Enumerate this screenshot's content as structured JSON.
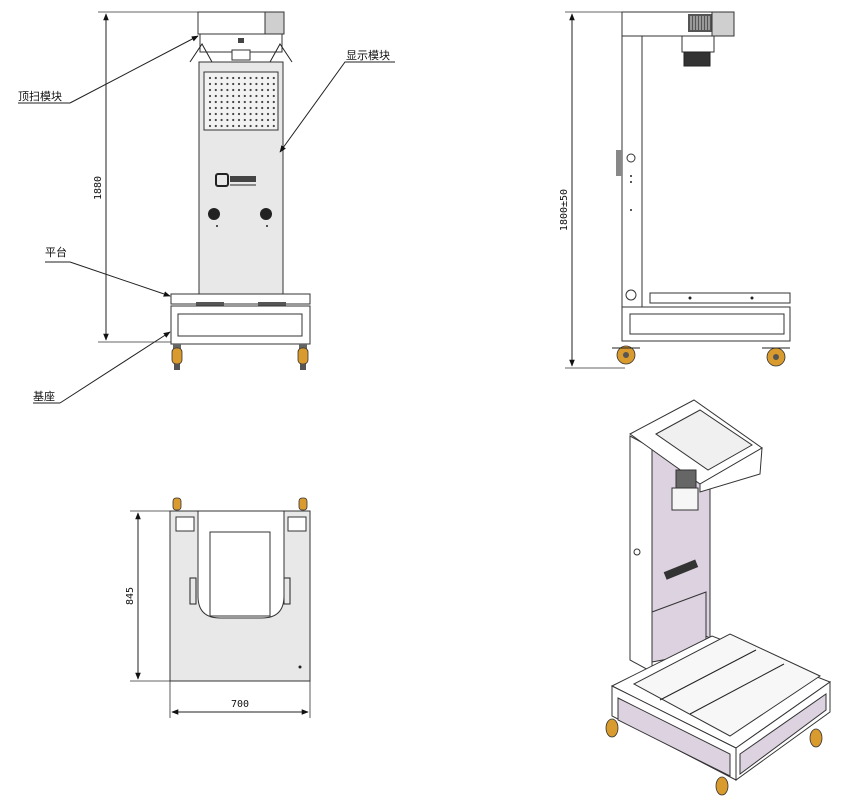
{
  "labels": {
    "top_module": "顶扫模块",
    "display_module": "显示模块",
    "platform": "平台",
    "base": "基座"
  },
  "dimensions": {
    "front_height": "1880",
    "side_height": "1800±50",
    "top_depth": "845",
    "top_width": "700"
  }
}
